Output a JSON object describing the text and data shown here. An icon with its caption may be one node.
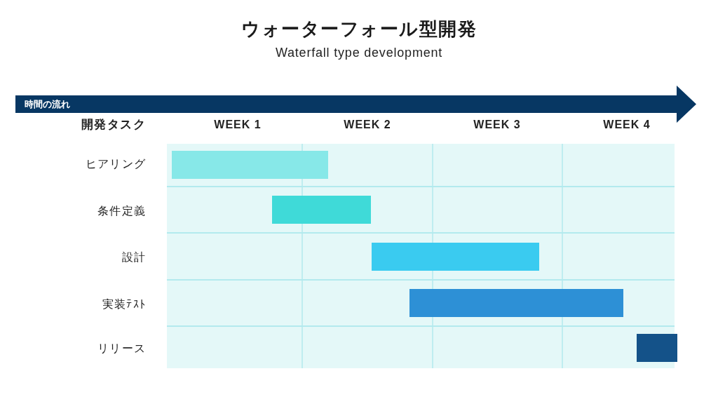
{
  "diagram": {
    "title": "ウォーターフォール型開発",
    "nodes": [
      {
        "text": [
          "時間の流れ"
        ]
      },
      {
        "text": [],
        "shape": "bar"
      },
      {
        "text": [],
        "shape": "bar"
      },
      {
        "text": [],
        "shape": "bar"
      },
      {
        "text": [],
        "shape": "bar"
      },
      {
        "text": [],
        "shape": "bar"
      }
    ],
    "labels": [
      "Waterfall type development",
      "開発タスク",
      "WEEK 1",
      "WEEK 2",
      "WEEK 3",
      "WEEK 4",
      "ヒアリング",
      "条件定義",
      "設計",
      "実装ﾃｽﾄ",
      "リリース"
    ]
  }
}
